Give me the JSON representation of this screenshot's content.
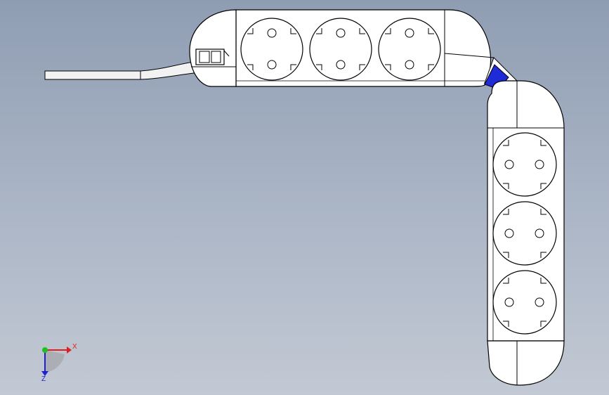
{
  "viewport": {
    "background_top": "#8f9db3",
    "background_bottom": "#c2c9d4"
  },
  "model": {
    "body_color": "#ffffff",
    "edge_color": "#000000",
    "shade_color": "#e7e7e4",
    "hinge_color": "#1f2bd6",
    "cable_color": "#f2f2f2",
    "horizontal_section": {
      "socket_count": 3
    },
    "vertical_section": {
      "socket_count": 3
    }
  },
  "triad": {
    "x_label": "X",
    "z_label": "Z",
    "x_color": "#e02020",
    "y_color": "#20c020",
    "z_color": "#2020d0"
  }
}
